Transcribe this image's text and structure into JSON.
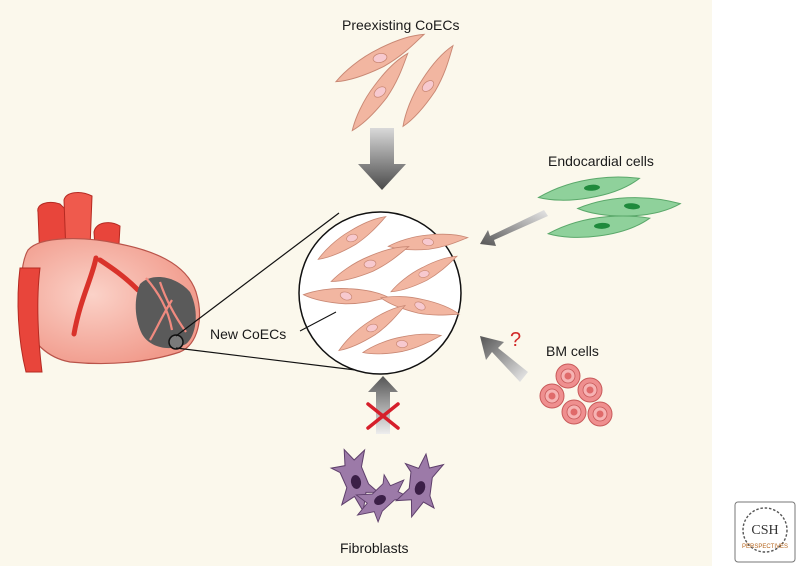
{
  "labels": {
    "preexisting": "Preexisting CoECs",
    "endocardial": "Endocardial cells",
    "new_coecs": "New CoECs",
    "bm_cells": "BM cells",
    "fibroblasts": "Fibroblasts",
    "question_mark": "?"
  },
  "logo": {
    "text_main": "CSH",
    "text_sub": "PERSPECTIVES"
  },
  "colors": {
    "panel_bg": "#fbf8ec",
    "coec_fill": "#f2b6a1",
    "coec_nucleus": "#f7c9cf",
    "endocardial_fill": "#8fd19b",
    "endocardial_nucleus": "#1f8a3c",
    "bm_fill": "#ef8f8f",
    "fibroblast_fill": "#9c7aa8",
    "heart_red": "#e8453b",
    "blocked_x": "#d61f2b"
  }
}
